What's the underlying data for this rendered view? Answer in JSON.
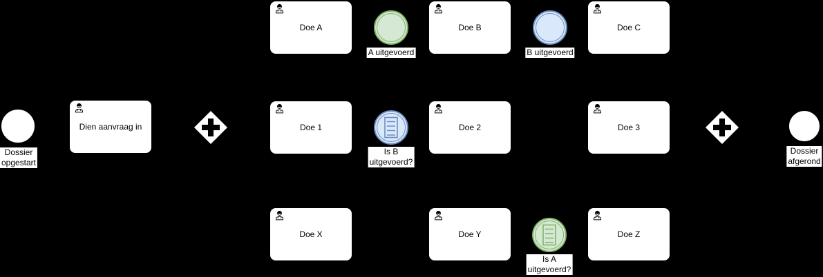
{
  "diagram": {
    "type": "bpmn-process",
    "background": "#000000",
    "colors": {
      "shape_fill": "#ffffff",
      "shape_stroke": "#000000",
      "event_green_fill": "#d5e8d4",
      "event_green_stroke": "#82b366",
      "event_blue_fill": "#dae8fc",
      "event_blue_stroke": "#6c8ebf",
      "label_bg": "#ffffff",
      "text": "#000000"
    },
    "start_event": {
      "label": "Dossier\nopgestart"
    },
    "end_event": {
      "label": "Dossier\nafgerond"
    },
    "tasks": [
      {
        "id": "dien-aanvraag-in",
        "label": "Dien aanvraag in",
        "icon": "user-icon"
      },
      {
        "id": "doe-a",
        "label": "Doe A",
        "icon": "user-icon"
      },
      {
        "id": "doe-b",
        "label": "Doe B",
        "icon": "user-icon"
      },
      {
        "id": "doe-c",
        "label": "Doe C",
        "icon": "user-icon"
      },
      {
        "id": "doe-1",
        "label": "Doe 1",
        "icon": "user-icon"
      },
      {
        "id": "doe-2",
        "label": "Doe 2",
        "icon": "user-icon"
      },
      {
        "id": "doe-3",
        "label": "Doe 3",
        "icon": "user-icon"
      },
      {
        "id": "doe-x",
        "label": "Doe X",
        "icon": "user-icon"
      },
      {
        "id": "doe-y",
        "label": "Doe Y",
        "icon": "user-icon"
      },
      {
        "id": "doe-z",
        "label": "Doe Z",
        "icon": "user-icon"
      }
    ],
    "intermediate_events": [
      {
        "id": "a-uitgevoerd",
        "label": "A uitgevoerd",
        "color": "green",
        "icon": "none"
      },
      {
        "id": "b-uitgevoerd",
        "label": "B uitgevoerd",
        "color": "blue",
        "icon": "none"
      },
      {
        "id": "is-b-uitgevoerd",
        "label": "Is B\nuitgevoerd?",
        "color": "blue",
        "icon": "conditional-list-icon"
      },
      {
        "id": "is-a-uitgevoerd",
        "label": "Is A\nuitgevoerd?",
        "color": "green",
        "icon": "conditional-list-icon"
      }
    ],
    "gateways": [
      {
        "id": "gateway-split",
        "type": "parallel"
      },
      {
        "id": "gateway-join",
        "type": "parallel"
      }
    ]
  }
}
